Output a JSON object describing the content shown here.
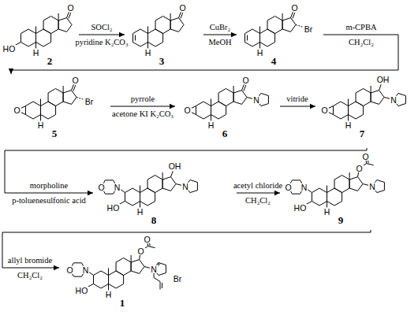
{
  "diagram": {
    "nodes": [
      {
        "text": [
          "2"
        ]
      },
      {
        "text": [
          "3"
        ]
      },
      {
        "text": [
          "4"
        ]
      },
      {
        "text": [
          "5"
        ]
      },
      {
        "text": [
          "6"
        ]
      },
      {
        "text": [
          "7"
        ]
      },
      {
        "text": [
          "8"
        ]
      },
      {
        "text": [
          "9"
        ]
      },
      {
        "text": [
          "1"
        ]
      }
    ],
    "edges": [
      {
        "from": 0,
        "to": 1,
        "arrow": "to",
        "label": "SOCl₂"
      },
      {
        "from": 1,
        "to": 2,
        "arrow": "to",
        "label": "CuBr₂"
      },
      {
        "from": 2,
        "to": 3,
        "arrow": "to",
        "label": "m-CPBA"
      },
      {
        "from": 3,
        "to": 4,
        "arrow": "to",
        "label": "pyrrole"
      },
      {
        "from": 4,
        "to": 5,
        "arrow": "to",
        "label": "vitride"
      },
      {
        "from": 5,
        "to": 6,
        "arrow": "to",
        "label": "morpholine"
      },
      {
        "from": 6,
        "to": 7,
        "arrow": "to",
        "label": "acetyl chloride"
      },
      {
        "from": 7,
        "to": 8,
        "arrow": "to",
        "label": "allyl bromide"
      }
    ],
    "labels": [
      "O",
      "HO",
      "H",
      "pyridine K₂CO₃",
      "O",
      "H",
      "MeOH",
      "O",
      "Br",
      "H",
      "CH₂Cl₂",
      "O",
      "Br",
      "O",
      "H",
      "acetone KI K₂CO₃",
      "O",
      "N",
      "O",
      "H",
      "OH",
      "N",
      "O",
      "H",
      "p-toluenesulfonic acid",
      "O",
      "N",
      "OH",
      "N",
      "HO",
      "H",
      "CH₂Cl₂",
      "O",
      "N",
      "O",
      "O",
      "N",
      "HO",
      "H",
      "CH₂Cl₂",
      "O",
      "N",
      "O",
      "O",
      "N",
      "+",
      "Br",
      "HO",
      "H"
    ]
  }
}
